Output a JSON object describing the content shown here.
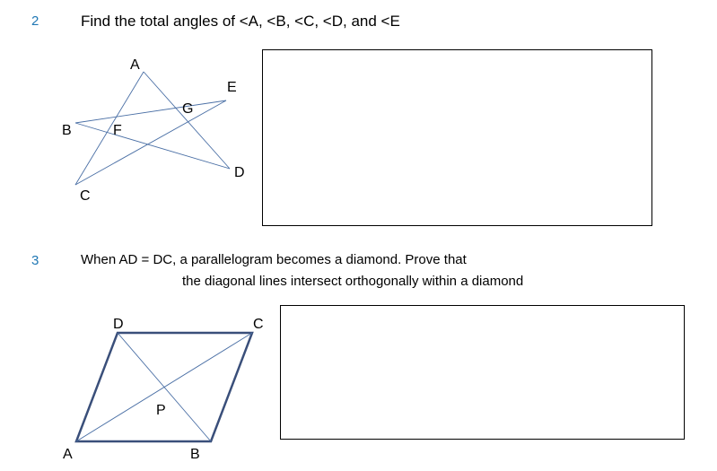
{
  "question2": {
    "number": "2",
    "prompt": "Find the total angles of <A, <B, <C, <D, and <E",
    "labels": {
      "A": "A",
      "B": "B",
      "C": "C",
      "D": "D",
      "E": "E",
      "F": "F",
      "G": "G"
    }
  },
  "question3": {
    "number": "3",
    "prompt_line1": "When AD = DC, a parallelogram becomes a diamond. Prove that",
    "prompt_line2": "the diagonal lines intersect orthogonally within a diamond",
    "labels": {
      "A": "A",
      "B": "B",
      "C": "C",
      "D": "D",
      "P": "P"
    }
  },
  "colors": {
    "question_number": "#1f77b4",
    "star_lines": "#4a6fa5",
    "parallelogram": "#3a4f7a"
  }
}
